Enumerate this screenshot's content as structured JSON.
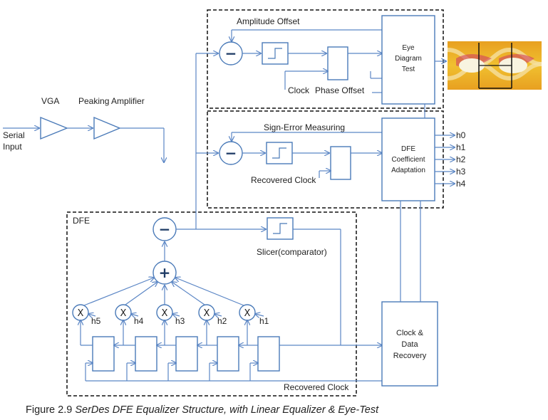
{
  "labels": {
    "vga": "VGA",
    "peaking_amplifier": "Peaking Amplifier",
    "serial": "Serial",
    "input": "Input",
    "amplitude_offset": "Amplitude Offset",
    "clock": "Clock",
    "phase_offset": "Phase Offset",
    "eye_diagram_test": [
      "Eye",
      "Diagram",
      "Test"
    ],
    "sign_error_measuring": "Sign-Error Measuring",
    "recovered_clock_mid": "Recovered Clock",
    "dfe_coeff": [
      "DFE",
      "Coefficient",
      "Adaptation"
    ],
    "outputs": [
      "h0",
      "h1",
      "h2",
      "h3",
      "h4"
    ],
    "dfe": "DFE",
    "slicer": "Slicer(comparator)",
    "taps": [
      "h5",
      "h4",
      "h3",
      "h2",
      "h1"
    ],
    "multiplier": "X",
    "cdr": [
      "Clock &",
      "Data",
      "Recovery"
    ],
    "recovered_clock_bottom": "Recovered Clock"
  },
  "caption": {
    "prefix": "Figure 2.9 ",
    "italic": "SerDes DFE Equalizer Structure, with Linear Equalizer & Eye-Test"
  },
  "colors": {
    "line": "#5b86c5",
    "box_stroke": "#4a7ab8",
    "op_text": "#1f3c66",
    "dash": "#111111"
  },
  "icons": [
    "triangle-amplifier-icon",
    "minus-operator-icon",
    "plus-operator-icon",
    "slicer-step-icon",
    "eye-diagram-image"
  ]
}
